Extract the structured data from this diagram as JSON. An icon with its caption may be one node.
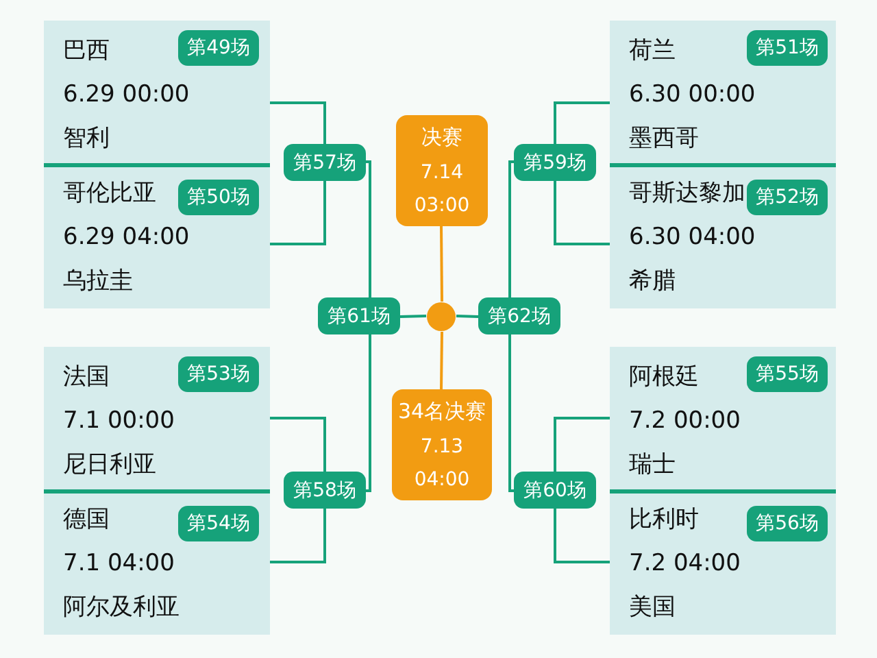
{
  "diagram": {
    "nodes": [
      {
        "text": [
          "巴西",
          "6.29 00:00",
          "智利"
        ]
      },
      {
        "text": [
          "第49场"
        ],
        "in": 0
      },
      {
        "text": [
          "哥伦比亚",
          "6.29 04:00",
          "乌拉圭"
        ]
      },
      {
        "text": [
          "第50场"
        ],
        "in": 2
      },
      {
        "text": [
          "荷兰",
          "6.30 00:00",
          "墨西哥"
        ]
      },
      {
        "text": [
          "第51场"
        ],
        "in": 4
      },
      {
        "text": [
          "哥斯达黎加",
          "6.30 04:00",
          "希腊"
        ]
      },
      {
        "text": [
          "第52场"
        ],
        "in": 6
      },
      {
        "text": [
          "第57场"
        ]
      },
      {
        "text": [
          "第59场"
        ]
      },
      {
        "text": [
          "决赛",
          "7.14",
          "03:00"
        ]
      },
      {
        "text": [
          "第61场"
        ]
      },
      {
        "text": [],
        "shape": "circle"
      },
      {
        "text": [
          "第62场"
        ]
      },
      {
        "text": [
          "法国",
          "7.1 00:00",
          "尼日利亚"
        ]
      },
      {
        "text": [
          "第53场"
        ],
        "in": 14
      },
      {
        "text": [
          "德国",
          "7.1 04:00",
          "阿尔及利亚"
        ]
      },
      {
        "text": [
          "第54场"
        ],
        "in": 16
      },
      {
        "text": [
          "阿根廷",
          "7.2 00:00",
          "瑞士"
        ]
      },
      {
        "text": [
          "第55场"
        ],
        "in": 18
      },
      {
        "text": [
          "比利时",
          "7.2 04:00",
          "美国"
        ]
      },
      {
        "text": [
          "第56场"
        ],
        "in": 20
      },
      {
        "text": [
          "34名决赛",
          "7.13",
          "04:00"
        ]
      },
      {
        "text": [
          "第58场"
        ]
      },
      {
        "text": [
          "第60场"
        ]
      }
    ],
    "edges": [
      {
        "from": 0,
        "to": 8,
        "arrow": "none"
      },
      {
        "from": 2,
        "to": 8,
        "arrow": "none"
      },
      {
        "from": 4,
        "to": 9,
        "arrow": "none"
      },
      {
        "from": 6,
        "to": 9,
        "arrow": "none"
      },
      {
        "from": 8,
        "to": 11,
        "arrow": "none"
      },
      {
        "from": 9,
        "to": 13,
        "arrow": "none"
      },
      {
        "from": 11,
        "to": 12,
        "arrow": "none"
      },
      {
        "from": 13,
        "to": 12,
        "arrow": "none"
      },
      {
        "from": 10,
        "to": 12,
        "arrow": "none",
        "color": "#f29c12"
      },
      {
        "from": 22,
        "to": 12,
        "arrow": "none",
        "color": "#f29c12"
      },
      {
        "from": 14,
        "to": 23,
        "arrow": "none"
      },
      {
        "from": 16,
        "to": 23,
        "arrow": "none"
      },
      {
        "from": 18,
        "to": 24,
        "arrow": "none"
      },
      {
        "from": 20,
        "to": 24,
        "arrow": "none"
      },
      {
        "from": 23,
        "to": 11,
        "arrow": "none"
      },
      {
        "from": 24,
        "to": 13,
        "arrow": "none"
      }
    ]
  }
}
